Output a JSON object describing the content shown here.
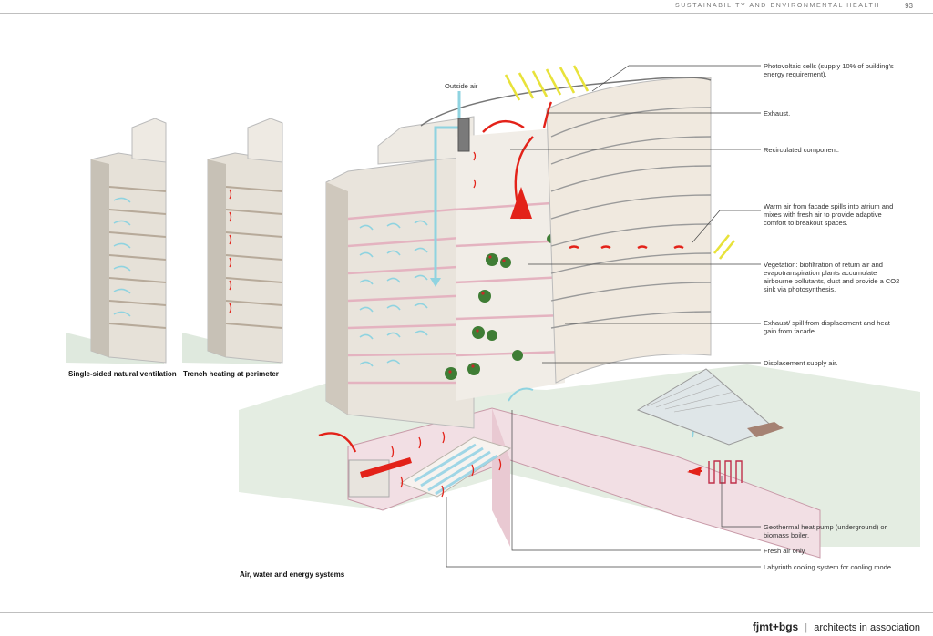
{
  "header": {
    "section_title": "SUSTAINABILITY AND ENVIRONMENTAL HEALTH",
    "page_number": "93"
  },
  "diagram": {
    "small_captions": [
      "Single-sided natural ventilation",
      "Trench heating at perimeter"
    ],
    "main_caption": "Air, water and energy systems",
    "outside_air_label": "Outside air",
    "callouts": [
      {
        "text": "Photovoltaic cells (supply 10% of building's energy requirement)."
      },
      {
        "text": "Exhaust."
      },
      {
        "text": "Recirculated component."
      },
      {
        "text": "Warm air from facade spills into atrium and mixes with fresh air to provide adaptive comfort to breakout spaces."
      },
      {
        "text": "Vegetation: biofiltration of return air and evapotranspiration plants accumulate airbourne pollutants, dust and provide a CO2 sink via photosynthesis."
      },
      {
        "text": "Exhaust/ spill from displacement and heat gain from facade."
      },
      {
        "text": "Displacement supply air."
      },
      {
        "text": "Geothermal heat pump (underground) or biomass boiler."
      },
      {
        "text": "Fresh air only."
      },
      {
        "text": "Labyrinth cooling system for cooling mode."
      }
    ],
    "colors": {
      "warm_air": "#e32219",
      "fresh_air": "#8fd3e0",
      "solar": "#e8e23a",
      "structure": "#d9d3c8",
      "floor_pink": "#e5b6c2",
      "ground": "#dfe9de"
    }
  },
  "footer": {
    "logo": "fjmt+bgs",
    "tagline": "architects in association"
  }
}
